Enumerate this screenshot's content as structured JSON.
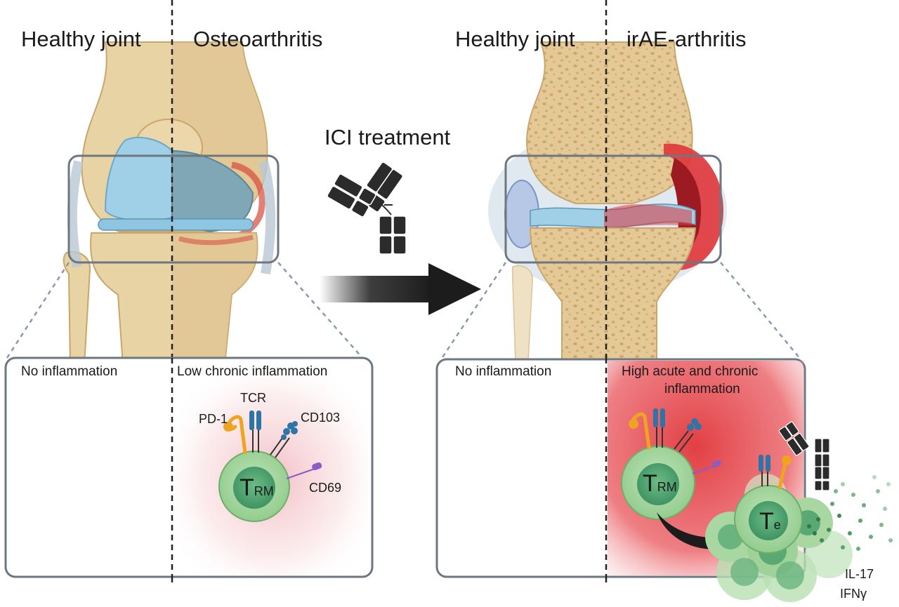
{
  "headers": {
    "left_healthy": "Healthy joint",
    "left_disease": "Osteoarthritis",
    "right_healthy": "Healthy joint",
    "right_disease": "irAE-arthritis"
  },
  "treatment": {
    "label": "ICI treatment"
  },
  "left_panel": {
    "healthy_label": "No inflammation",
    "disease_label": "Low chronic inflammation",
    "receptors": {
      "pd1": "PD-1",
      "tcr": "TCR",
      "cd103": "CD103",
      "cd69": "CD69"
    },
    "cell": {
      "letter": "T",
      "subscript": "RM"
    }
  },
  "right_panel": {
    "healthy_label": "No inflammation",
    "disease_label_line1": "High acute and chronic",
    "disease_label_line2": "inflammation",
    "trm_cell": {
      "letter": "T",
      "subscript": "RM"
    },
    "effector_cell": {
      "letter": "T",
      "subscript": "e"
    },
    "cytokines": [
      "IL-17",
      "IFNγ"
    ]
  },
  "colors": {
    "bone": "#e7cf9e",
    "bone_dark": "#c9a66b",
    "cartilage": "#8fc7e3",
    "inflammation": "#e23a3a",
    "cell_outer": "#a6d6a0",
    "cell_inner": "#56a873",
    "antibody": "#2b2b2b",
    "pd1": "#f0a320",
    "tcr": "#2f74a6",
    "cd69": "#8a5cc4"
  }
}
